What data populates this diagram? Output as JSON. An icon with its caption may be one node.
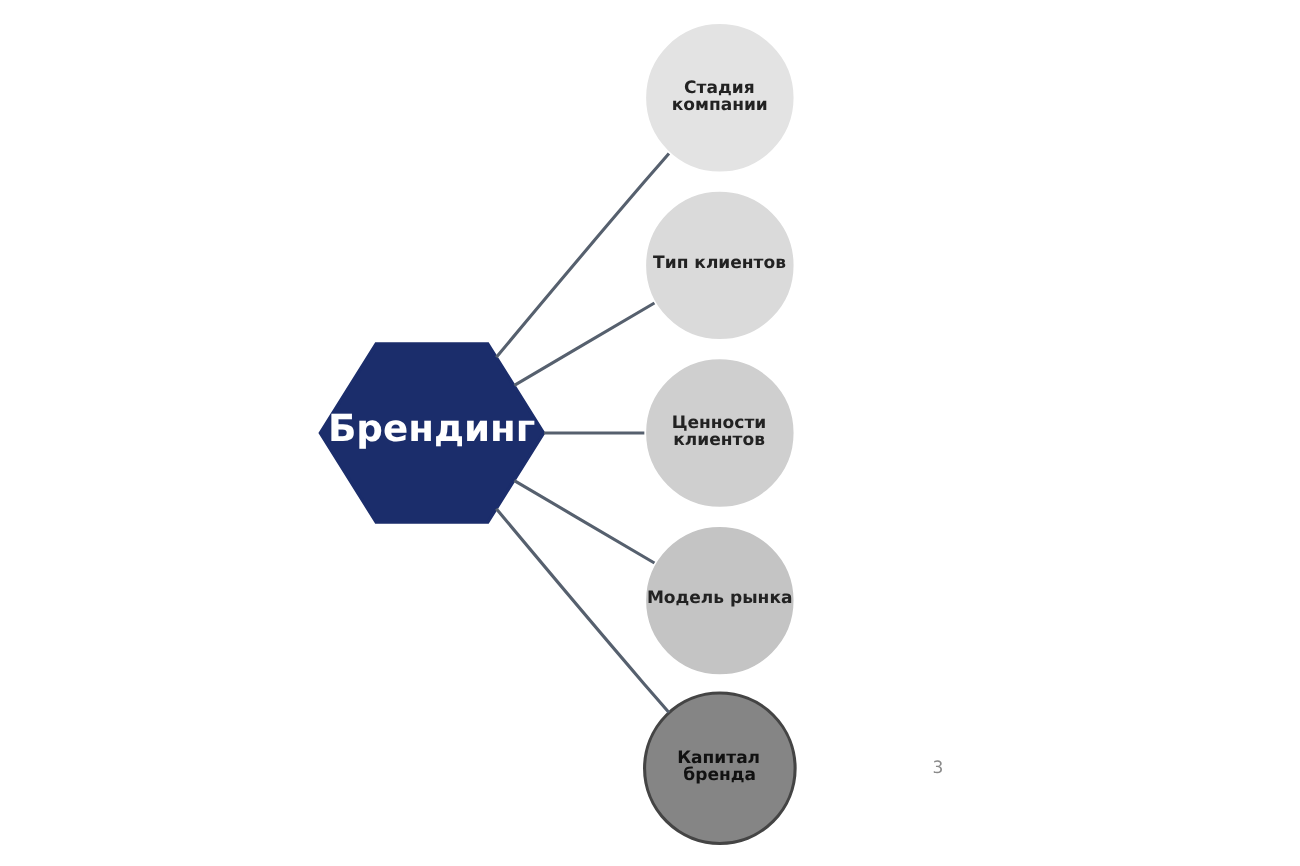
{
  "diagram": {
    "nodes": [
      {
        "text": [
          "Брендинг"
        ]
      },
      {
        "text": [
          "Стадия компании"
        ]
      },
      {
        "text": [
          "Тип клиентов"
        ]
      },
      {
        "text": [
          "Ценности клиентов"
        ]
      },
      {
        "text": [
          "Модель рынка"
        ]
      },
      {
        "text": [
          "Капитал бренда"
        ]
      }
    ],
    "edges": [
      {
        "from": 0,
        "to": 1,
        "arrow": "none"
      },
      {
        "from": 0,
        "to": 2,
        "arrow": "none"
      },
      {
        "from": 0,
        "to": 3,
        "arrow": "none"
      },
      {
        "from": 0,
        "to": 4,
        "arrow": "none"
      },
      {
        "from": 0,
        "to": 5,
        "arrow": "none"
      }
    ],
    "labels": [
      "3"
    ]
  }
}
